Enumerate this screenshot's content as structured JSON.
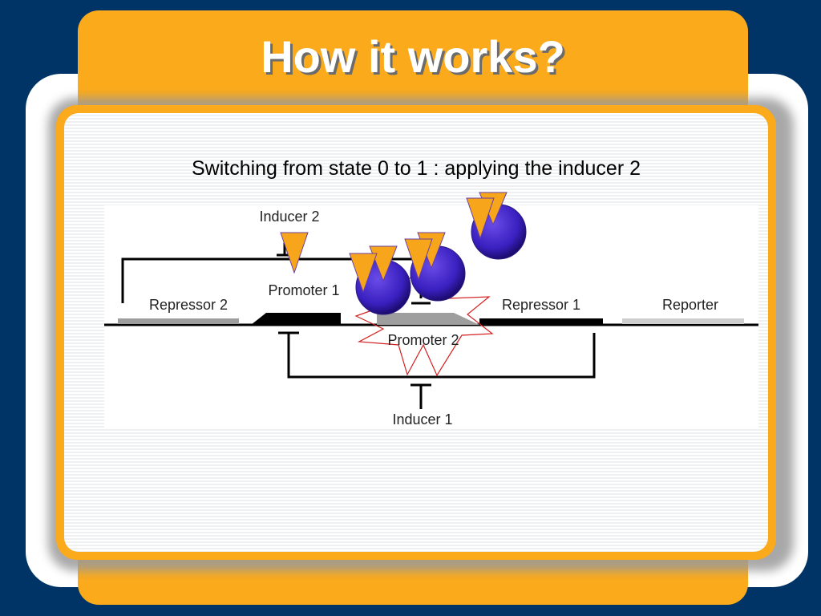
{
  "slide": {
    "title": "How it works?",
    "subtitle": "Switching from state 0 to 1 : applying the inducer 2"
  },
  "diagram": {
    "labels": {
      "inducer2": "Inducer 2",
      "promoter1": "Promoter 1",
      "repressor2": "Repressor 2",
      "repressor1": "Repressor 1",
      "reporter": "Reporter",
      "promoter2": "Promoter 2",
      "inducer1": "Inducer 1"
    },
    "colors": {
      "inducer_triangle": "#f7a51b",
      "repressor_sphere": "#3a20c0",
      "burst_outline": "#d42020",
      "background": "#003466",
      "accent_gold": "#fbaa1b"
    }
  }
}
